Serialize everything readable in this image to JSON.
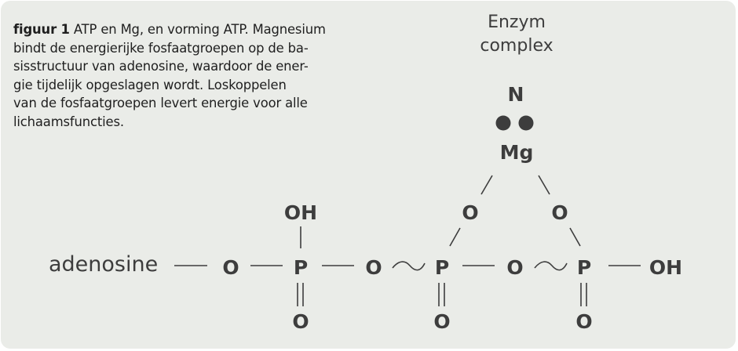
{
  "caption": {
    "lead": "figuur 1",
    "lines": [
      "ATP en Mg, en vorming ATP. Magnesium",
      "bindt de energierijke fosfaatgroepen op de ba-",
      "sisstructuur van adenosine, waardoor de ener-",
      "gie tijdelijk opgeslagen wordt. Loskoppelen",
      "van de fosfaatgroepen levert energie voor alle",
      "lichaamsfuncties."
    ]
  },
  "diagram": {
    "enzyme_label": [
      "Enzym",
      "complex"
    ],
    "nitrogen": "N",
    "magnesium": "Mg",
    "adenosine": "adenosine",
    "chain": [
      "O",
      "P",
      "O",
      "P",
      "O",
      "P",
      "OH"
    ],
    "hydroxyl_top": "OH",
    "double_bond_oxygens": [
      "O",
      "O",
      "O"
    ],
    "bridge_oxygens": [
      "O",
      "O"
    ]
  },
  "colors": {
    "background": "#eaece8",
    "ink": "#3d3d3d",
    "caption_ink": "#1f1f1f"
  }
}
